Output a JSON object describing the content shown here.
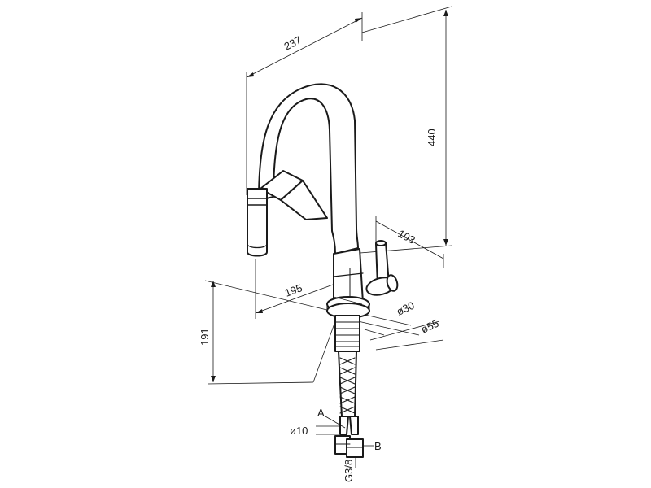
{
  "dimensions": {
    "spout_reach": "237",
    "total_height": "440",
    "lever_offset": "103",
    "base_to_head": "195",
    "under_counter": "191",
    "body_diameter": "ø30",
    "flange_diameter": "ø55",
    "hose_diameter": "ø10",
    "connection_thread": "G3/8"
  },
  "callouts": {
    "hose_a": "A",
    "hose_b": "B"
  }
}
